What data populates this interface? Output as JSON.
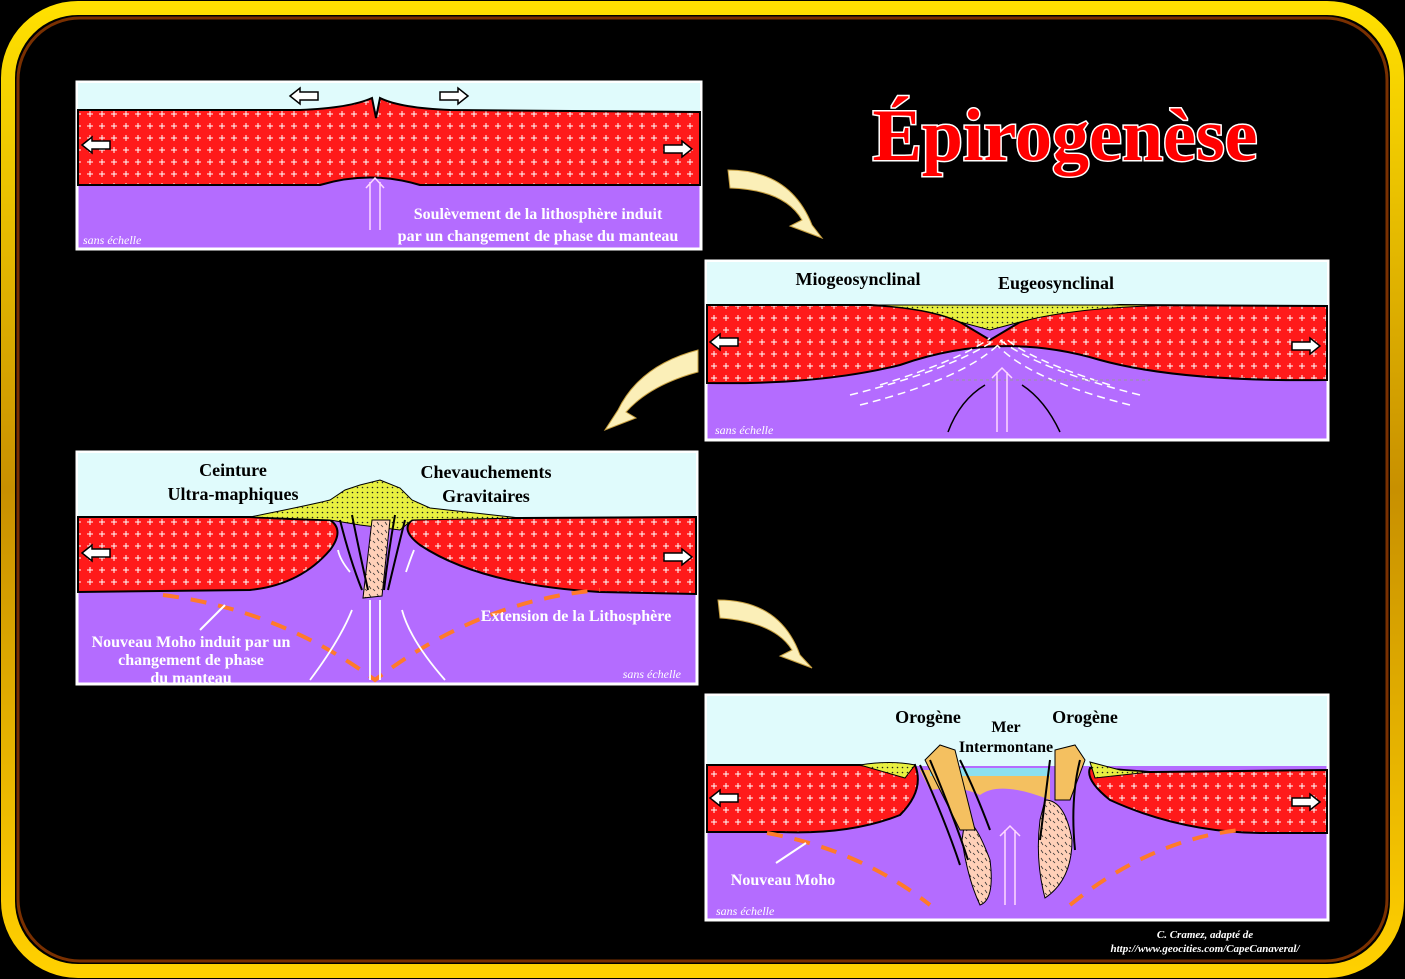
{
  "title": "Épirogenèse",
  "panel1": {
    "caption_line1": "Soulèvement de la lithosphère  induit",
    "caption_line2": "par un changement de phase du manteau",
    "scale": "sans échelle"
  },
  "panel2": {
    "label_miogeo": "Miogeosynclinal",
    "label_eugeo": "Eugeosynclinal",
    "scale": "sans échelle"
  },
  "panel3": {
    "label_ceinture_1": "Ceinture",
    "label_ceinture_2": "Ultra-maphiques",
    "label_chev_1": "Chevauchements",
    "label_chev_2": "Gravitaires",
    "label_extension": "Extension de la Lithosphère",
    "label_moho_1": "Nouveau Moho induit par un",
    "label_moho_2": "changement de phase",
    "label_moho_3": "du manteau",
    "scale": "sans échelle"
  },
  "panel4": {
    "label_orogene_left": "Orogène",
    "label_orogene_right": "Orogène",
    "label_mer_1": "Mer",
    "label_mer_2": "Intermontane",
    "label_moho": "Nouveau Moho",
    "scale": "sans échelle"
  },
  "credit": {
    "line1": "C. Cramez, adapté de",
    "line2": "http://www.geocities.com/CapeCanaveral/"
  },
  "colors": {
    "crust": "#ff1a1a",
    "mantle": "#b46cff",
    "sky": "#e0fbfc",
    "sediment": "#e8f040",
    "moho": "#ff7a2a",
    "frame": "#f0c000"
  }
}
